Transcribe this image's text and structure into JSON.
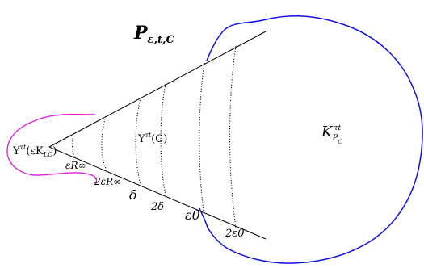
{
  "labels": {
    "title_main": "P",
    "title_sub": "ε,t,C",
    "gamma_left_main": "Υ",
    "gamma_left_sup": "τt",
    "gamma_left_rest": "(εK",
    "gamma_left_sub": "LC",
    "gamma_left_close": ")",
    "gamma_mid_main": "Υ",
    "gamma_mid_sup": "τt",
    "gamma_mid_rest": "(C)",
    "k_main": "K",
    "k_sub": "P",
    "k_subsub": "C",
    "k_sup": "τt",
    "eps_r_inf": "εR∞",
    "two_eps_r_inf": "2εR∞",
    "delta": "δ",
    "two_delta": "2δ",
    "eps0": "ε0",
    "two_eps0": "2ε0"
  },
  "colors": {
    "magenta_curve": "#e020e0",
    "blue_curve": "#1010e0",
    "lines": "#000000"
  }
}
